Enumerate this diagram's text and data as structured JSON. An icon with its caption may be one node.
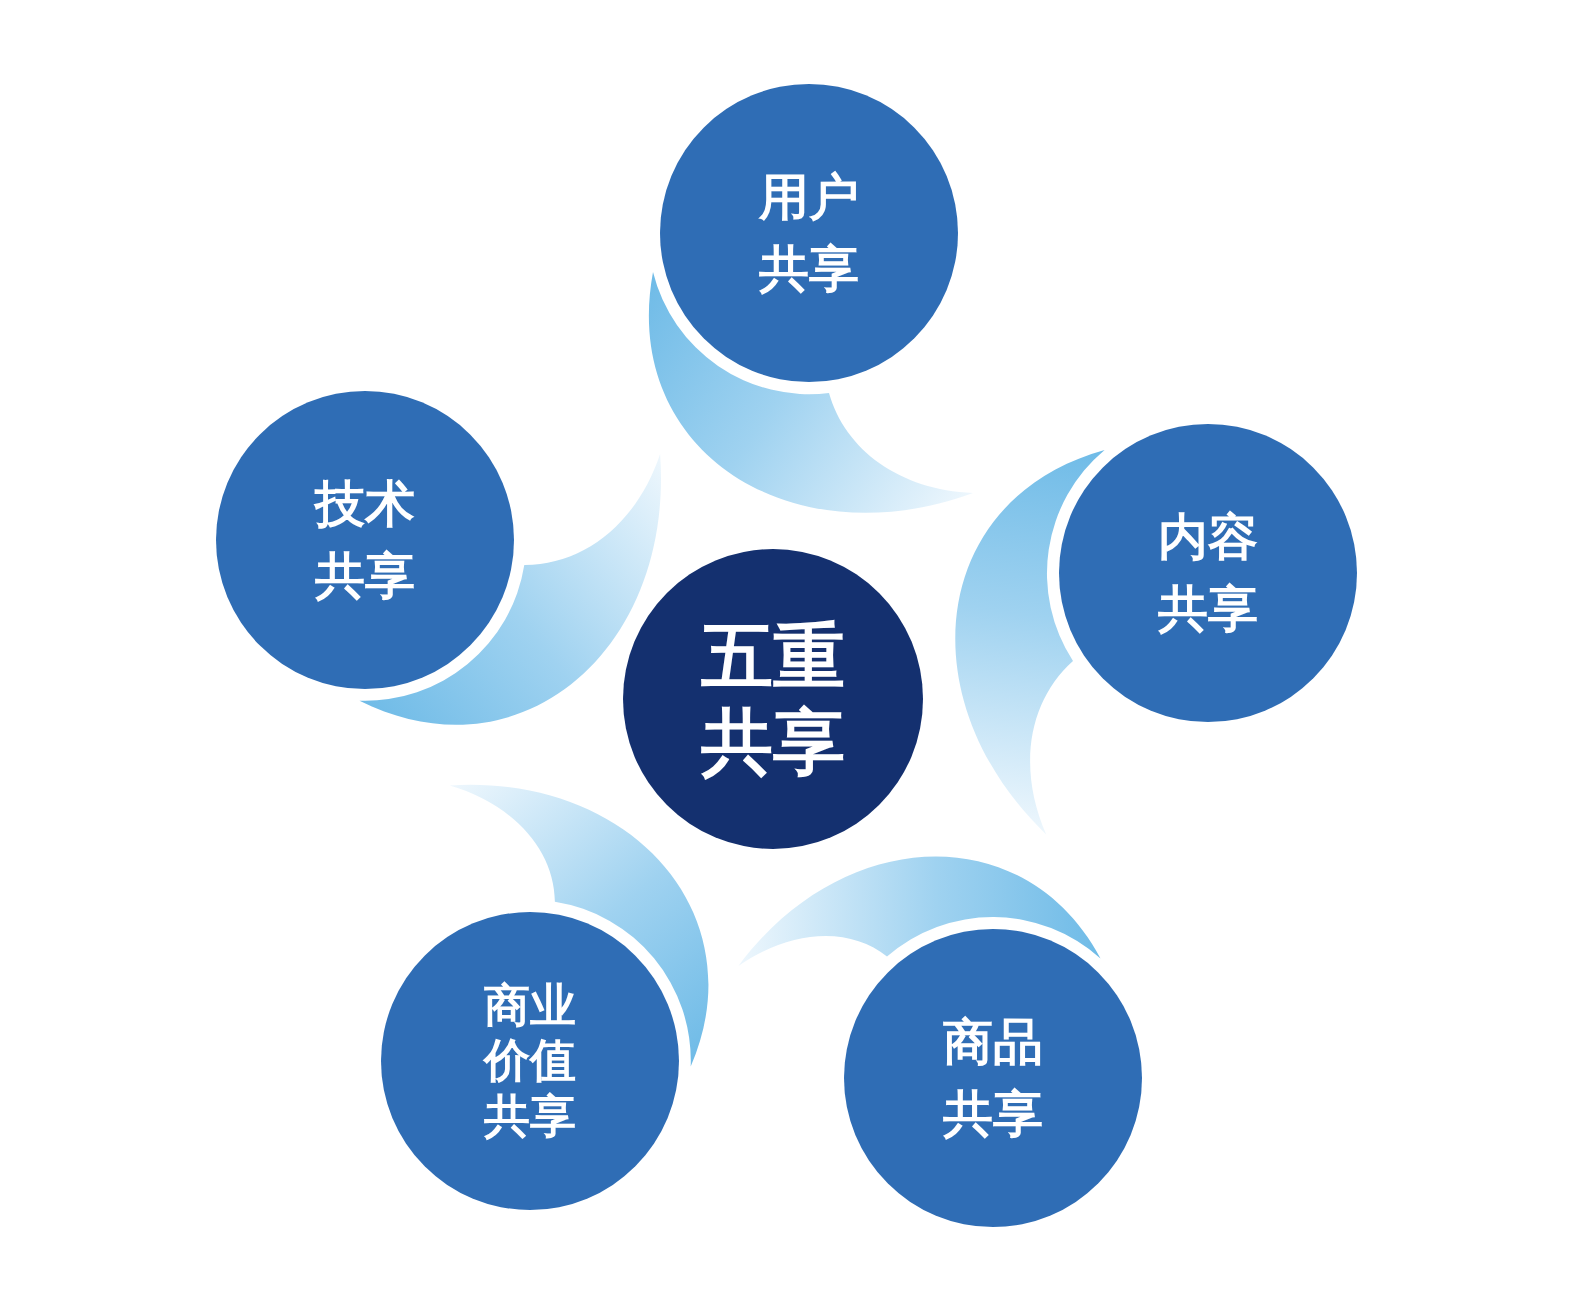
{
  "diagram": {
    "nodes": [
      {
        "text": [
          "用户共享"
        ]
      },
      {
        "text": [
          "技术共享"
        ]
      },
      {
        "text": [
          "内容共享"
        ]
      },
      {
        "text": [
          "五重共享"
        ]
      },
      {
        "text": [
          "商业价值共享"
        ]
      },
      {
        "text": [
          "商品共享"
        ]
      },
      {
        "text": [],
        "shape": "crescent"
      },
      {
        "text": [],
        "shape": "crescent"
      },
      {
        "text": [],
        "shape": "crescent"
      },
      {
        "text": [],
        "shape": "crescent"
      },
      {
        "text": [],
        "shape": "crescent"
      }
    ]
  }
}
